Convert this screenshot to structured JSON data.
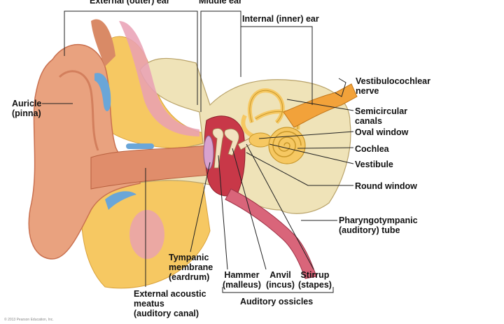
{
  "sections": {
    "outer": "External (outer) ear",
    "middle": "Middle ear",
    "inner": "Internal (inner) ear"
  },
  "labels": {
    "auricle": [
      "Auricle",
      "(pinna)"
    ],
    "vestibulocochlear": [
      "Vestibulocochlear",
      "nerve"
    ],
    "semicircular": [
      "Semicircular",
      "canals"
    ],
    "oval_window": "Oval window",
    "cochlea": "Cochlea",
    "vestibule": "Vestibule",
    "round_window": "Round window",
    "pharyngotympanic": [
      "Pharyngotympanic",
      "(auditory) tube"
    ],
    "tympanic": [
      "Tympanic",
      "membrane",
      "(eardrum)"
    ],
    "hammer": [
      "Hammer",
      "(malleus)"
    ],
    "anvil": [
      "Anvil",
      "(incus)"
    ],
    "stirrup": [
      "Stirrup",
      "(stapes)"
    ],
    "external_meatus": [
      "External acoustic",
      "meatus",
      "(auditory canal)"
    ],
    "ossicles": "Auditory ossicles"
  },
  "copyright": "© 2013 Pearson Education, Inc.",
  "colors": {
    "skin": "#e9a27f",
    "skin_dark": "#c9704f",
    "bone": "#efe3b8",
    "fat": "#f6c862",
    "cartilage": "#6aa6d8",
    "canal": "#d64a5a",
    "nerve": "#f2a23a",
    "line": "#222222"
  }
}
